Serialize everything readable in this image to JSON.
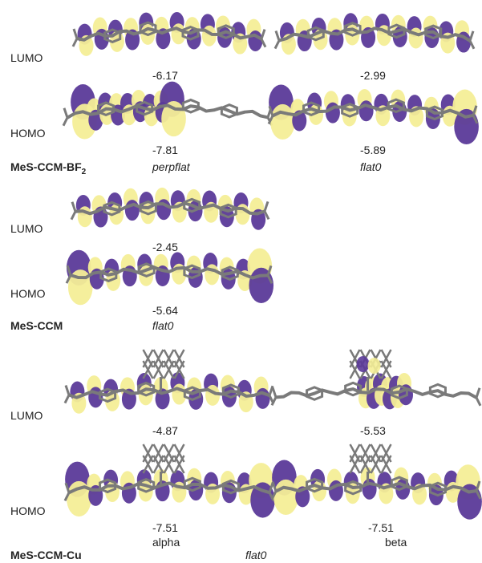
{
  "colors": {
    "lobe_purple": "#5b3a99",
    "lobe_yellow": "#f4ee97",
    "skeleton": "#7a7a7a"
  },
  "orbital_labels": {
    "lumo": "LUMO",
    "homo": "HOMO"
  },
  "compounds": [
    {
      "name_main": "MeS-CCM-BF",
      "name_sub": "2",
      "conformations": [
        {
          "label": "perpflat",
          "lumo_energy": "-6.17",
          "homo_energy": "-7.81"
        },
        {
          "label": "flat0",
          "lumo_energy": "-2.99",
          "homo_energy": "-5.89"
        }
      ]
    },
    {
      "name": "MeS-CCM",
      "conformations": [
        {
          "label": "flat0",
          "lumo_energy": "-2.45",
          "homo_energy": "-5.64"
        }
      ]
    },
    {
      "name": "MeS-CCM-Cu",
      "conformation": "flat0",
      "spins": [
        {
          "label": "alpha",
          "lumo_energy": "-4.87",
          "homo_energy": "-7.51"
        },
        {
          "label": "beta",
          "lumo_energy": "-5.53",
          "homo_energy": "-7.51"
        }
      ]
    }
  ]
}
